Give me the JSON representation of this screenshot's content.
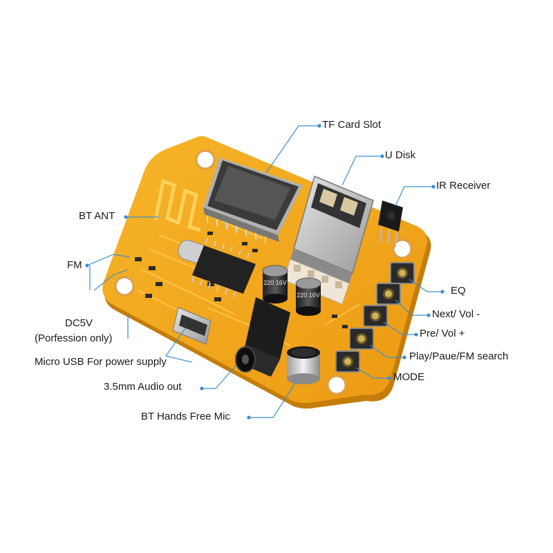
{
  "labels": {
    "tf_card_slot": "TF Card Slot",
    "u_disk": "U Disk",
    "ir_receiver": "IR Receiver",
    "bt_ant": "BT ANT",
    "fm": "FM",
    "eq": "EQ",
    "next_vol": "Next/ Vol -",
    "pre_vol": "Pre/ Vol +",
    "play": "Play/Paue/FM search",
    "mode": "MODE",
    "dc5v_line1": "DC5V",
    "dc5v_line2": "(Porfession only)",
    "micro_usb": "Micro USB For power supply",
    "audio_out": "3.5mm Audio out",
    "mic": "BT Hands Free Mic"
  },
  "capacitor_marks": {
    "cap1": "220 16V",
    "cap2": "220 16V"
  },
  "colors": {
    "board": "#f2a81c",
    "board_edge": "#c47d0a",
    "trace": "#ffd25c",
    "callout_line": "#3b8fcf",
    "text": "#1a1a1a"
  }
}
